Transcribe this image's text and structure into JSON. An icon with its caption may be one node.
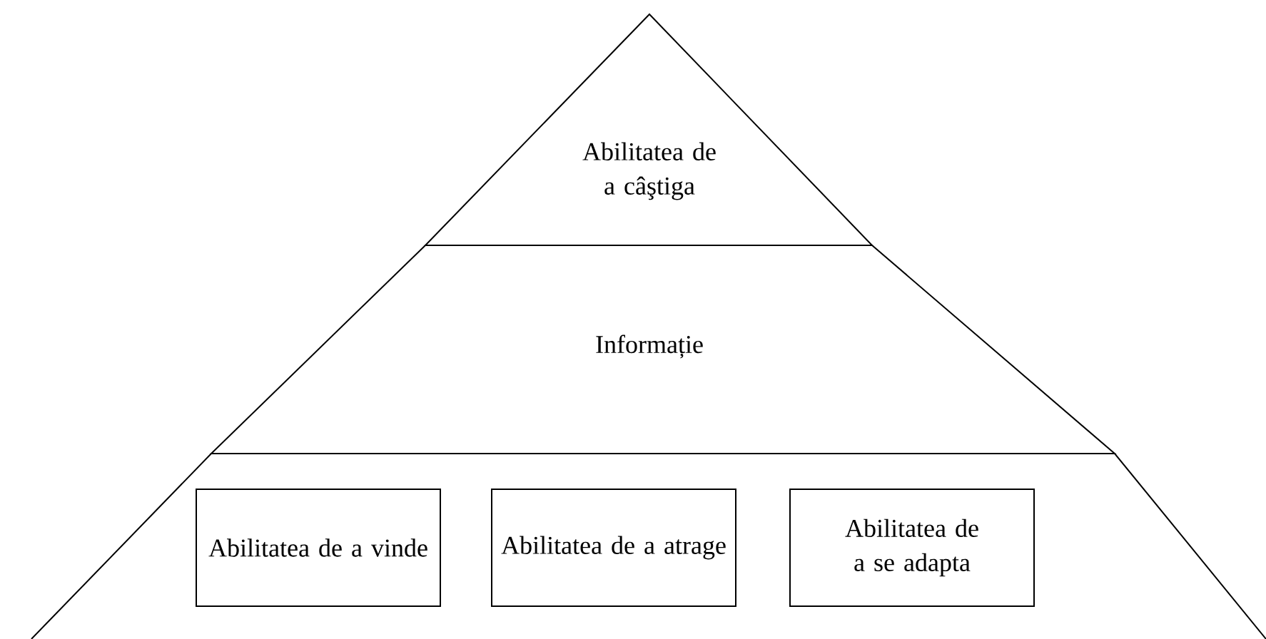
{
  "diagram": {
    "nodes": [
      {
        "text": [
          "Abilitatea de a câştiga"
        ]
      },
      {
        "text": [
          "Informație"
        ]
      },
      {
        "text": [],
        "shape": "band"
      },
      {
        "text": [
          "Abilitatea de a vinde"
        ],
        "in": 2
      },
      {
        "text": [
          "Abilitatea de a atrage"
        ],
        "in": 2
      },
      {
        "text": [
          "Abilitatea de a se adapta"
        ],
        "in": 2
      }
    ]
  }
}
